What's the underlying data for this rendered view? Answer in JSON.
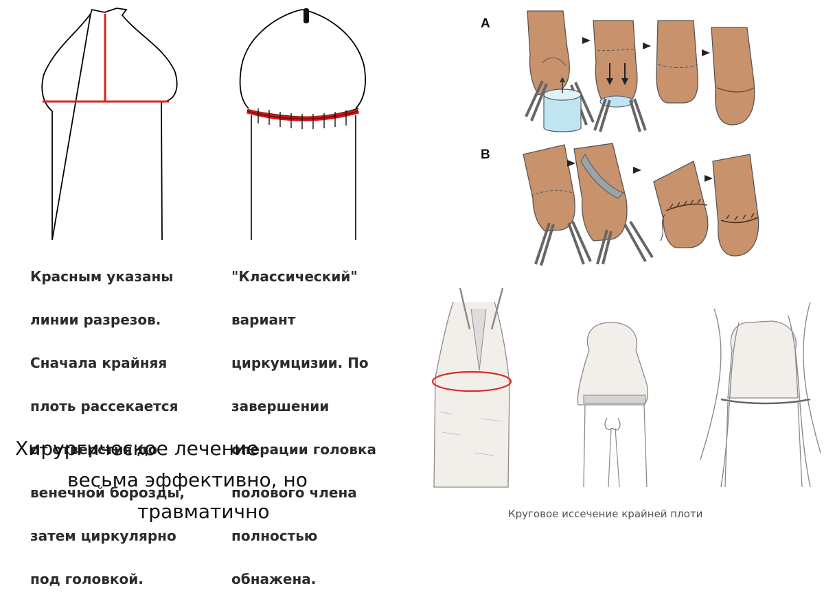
{
  "left_caption": {
    "lines": [
      "Красным указаны",
      "линии разрезов.",
      "Сначала крайняя",
      "плоть рассекается",
      "от отверстия до",
      "венечной борозды,",
      "затем циркулярно",
      "под головкой."
    ]
  },
  "middle_caption": {
    "lines": [
      "\"Классический\"",
      "вариант",
      "циркумцизии. По",
      "завершении",
      "операции головка",
      "полового члена",
      "полностью",
      "обнажена."
    ]
  },
  "summary": {
    "line1": "Хирургическое лечение",
    "line2": "весьма эффективно, но",
    "line3": "травматично"
  },
  "panel_labels": {
    "a": "A",
    "b": "B"
  },
  "bottom_caption": "Круговое иссечение крайней плоти",
  "colors": {
    "incision": "#e02020",
    "skin": "#c8926c",
    "skin_dark": "#9d6a48",
    "sketch": "#8a8a8a",
    "tool": "#6e6e6e",
    "water": "#bfe6ef"
  }
}
